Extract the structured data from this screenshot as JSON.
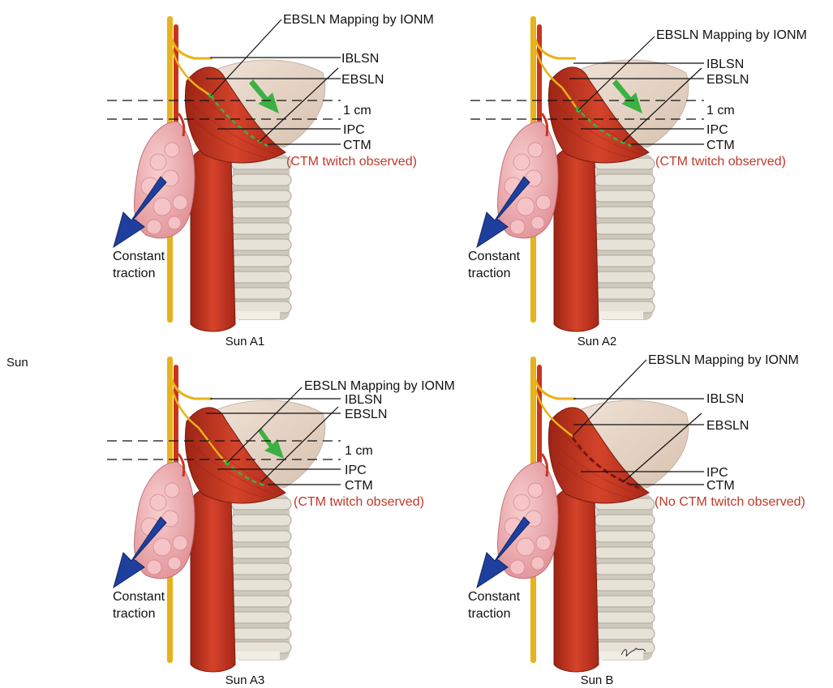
{
  "side_label": "Sun",
  "labels": {
    "mapping": "EBSLN Mapping by IONM",
    "ibl": "IBLSN",
    "ebsln": "EBSLN",
    "cm": "1 cm",
    "ipc": "IPC",
    "ctm": "CTM",
    "twitch": "(CTM twitch observed)",
    "no_twitch": "(No CTM twitch observed)",
    "constant": "Constant",
    "traction": "traction"
  },
  "panels": [
    {
      "caption": "Sun A1"
    },
    {
      "caption": "Sun A2"
    },
    {
      "caption": "Sun A3"
    },
    {
      "caption": "Sun B"
    }
  ],
  "colors": {
    "muscle": "#c8341f",
    "muscle_dark": "#8e1e10",
    "nerve": "#e8b21a",
    "thyroid": "#f2b6b8",
    "cartilage": "#e8d8cc",
    "trachea": "#d9d6cc",
    "green_arrow": "#3cb043",
    "blue_arrow": "#1f3f9e",
    "red_text": "#c0392b"
  }
}
